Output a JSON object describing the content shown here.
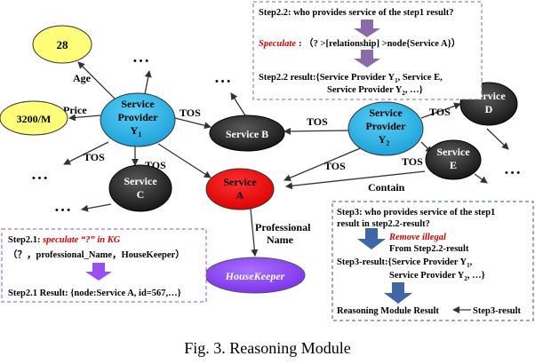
{
  "nodes": {
    "age_value": "28",
    "price_value": "3200/M",
    "provider1": {
      "line1": "Service",
      "line2": "Provider",
      "line3": "Y",
      "sub": "1"
    },
    "provider2": {
      "line1": "Service",
      "line2": "Provider",
      "line3": "Y",
      "sub": "2"
    },
    "service_a": {
      "line1": "Service",
      "line2": "A"
    },
    "service_b": "Service B",
    "service_c": {
      "line1": "Service",
      "line2": "C"
    },
    "service_d": {
      "line1": "Service",
      "line2": "D"
    },
    "service_e": {
      "line1": "Service",
      "line2": "E"
    },
    "housekeeper": "HouseKeeper",
    "ellipsis": "• • •"
  },
  "edges": {
    "age": "Age",
    "price": "Price",
    "tos": "TOS",
    "contain": "Contain",
    "professional_name_1": "Professional",
    "professional_name_2": "Name"
  },
  "step22_box": {
    "question": "Step2.2: who provides service of the step1 result?",
    "speculate_label": "Speculate",
    "speculate_rest": ": （? >[relationship] >node{Service A}）",
    "result_line1": "Step2.2  result:{Service Provider Y",
    "result_line1_sub": "1",
    "result_line1_end": ", Service E,",
    "result_line2": "Service Provider Y",
    "result_line2_sub": "2",
    "result_line2_end": ", …}"
  },
  "step21_box": {
    "line1_prefix": "Step2.1: ",
    "line1_speculate": "speculate “?” in KG",
    "line2": "（？，professional_Name，HouseKeeper）",
    "result": "Step2.1  Result: {node:Service A, id=567,…}"
  },
  "step3_box": {
    "question_line1": "Step3: who provides service of the step1",
    "question_line2": "result in step2.2-result?",
    "remove_illegal": "Remove illegal",
    "from": "From Step2.2-result",
    "result_line1": "Step3-result:{Service Provider Y",
    "result_line1_sub": "1",
    "result_line1_end": ",",
    "result_line2": "Service Provider Y",
    "result_line2_sub": "2",
    "result_line2_end": ", …}",
    "reasoning_result": "Reasoning Module Result",
    "step3_result": "Step3-result"
  },
  "caption": "Fig. 3.   Reasoning Module",
  "colors": {
    "yellow": "#fffd7a",
    "cyan": "#29b6ea",
    "black_node": "#1a1a1a",
    "red_node": "#f40000",
    "purple": "#8a3ff0",
    "step_arrow": "#8a6aa8",
    "blue_arrow": "#3f67a5",
    "speculate": "#e00000"
  }
}
